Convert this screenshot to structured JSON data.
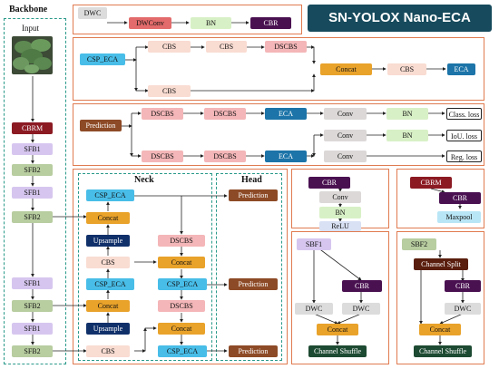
{
  "title": "SN-YOLOX Nano-ECA",
  "colors": {
    "frame": "#e07b50",
    "dash": "#2a9a8a",
    "banner": "#164a5c",
    "cbs": "#f9dcd2",
    "dscbs": "#f4b6b8",
    "concat": "#e9a22a",
    "eca": "#1c74a8",
    "bn": "#d8f0c6",
    "conv": "#dcd8d8",
    "cbr": "#4a1151",
    "cbrm": "#8b1a23",
    "sfb1": "#d6c6ef",
    "sfb2": "#b8cda0",
    "csp_eca": "#48bde8",
    "prediction": "#8d4a26",
    "upsample": "#10306a",
    "relu": "#d9e1f4",
    "maxpool": "#b9e6f6",
    "channel_split": "#5a1e0e",
    "channel_shuffle": "#1d4a32",
    "dwc": "#dcdcdc"
  },
  "backbone": {
    "title": "Backbone",
    "input": "Input",
    "blocks": [
      "CBRM",
      "SFB1",
      "SFB2",
      "SFB1",
      "SFB2",
      "SFB1",
      "SFB2",
      "SFB1",
      "SFB2"
    ]
  },
  "neck": {
    "title": "Neck",
    "blocks": [
      "CSP_ECA",
      "Concat",
      "Upsample",
      "CBS",
      "CSP_ECA",
      "Concat",
      "Upsample",
      "CBS",
      "DSCBS",
      "Concat",
      "CSP_ECA",
      "DSCBS",
      "Concat",
      "CSP_ECA"
    ]
  },
  "head": {
    "title": "Head",
    "predictions": [
      "Prediction",
      "Prediction",
      "Prediction"
    ]
  },
  "dwconv_panel": {
    "blocks": [
      "DWC",
      "DWConv",
      "BN",
      "CBR"
    ]
  },
  "csp_panel": {
    "blocks": [
      "CSP_ECA",
      "CBS",
      "CBS",
      "DSCBS",
      "Concat",
      "CBS",
      "ECA",
      "CBS"
    ]
  },
  "prediction_panel": {
    "blocks": [
      "Prediction",
      "DSCBS",
      "DSCBS",
      "ECA",
      "Conv",
      "BN",
      "DSCBS",
      "DSCBS",
      "ECA",
      "Conv",
      "BN",
      "Conv"
    ],
    "losses": [
      "Class. loss",
      "IoU. loss",
      "Reg. loss"
    ]
  },
  "cbr_panel": {
    "blocks": [
      "CBR",
      "Conv",
      "BN",
      "ReLU"
    ]
  },
  "cbrm_panel": {
    "blocks": [
      "CBRM",
      "CBR",
      "Maxpool"
    ]
  },
  "sfb1_panel": {
    "blocks": [
      "SBF1",
      "CBR",
      "DWC",
      "DWC",
      "Concat",
      "Channel Shuffle"
    ]
  },
  "sfb2_panel": {
    "blocks": [
      "SBF2",
      "Channel Split",
      "CBR",
      "DWC",
      "Concat",
      "Channel Shuffle"
    ]
  }
}
